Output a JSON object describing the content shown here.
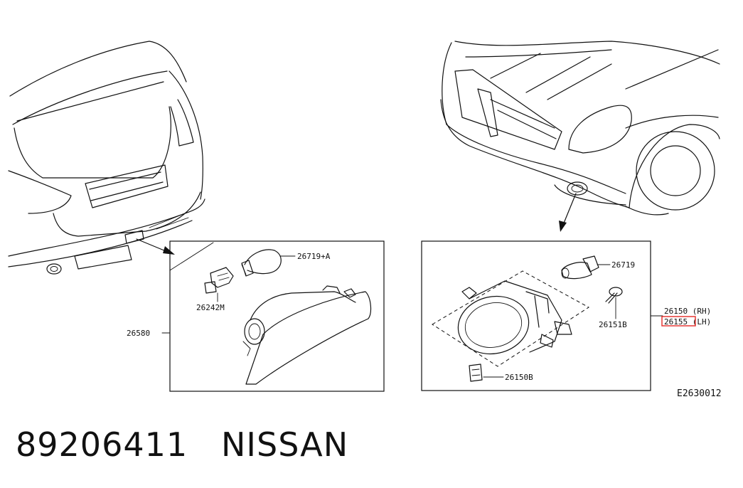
{
  "diagram_code": "E2630012",
  "caption": {
    "part_number": "89206411",
    "brand": "NISSAN"
  },
  "rear_detail": {
    "parts": {
      "bulb": "26719+A",
      "socket": "26242M",
      "lamp_assembly": "26580"
    }
  },
  "front_detail": {
    "parts": {
      "bulb": "26719",
      "screw": "26151B",
      "fog_lamp_rh": "26150 (RH)",
      "fog_lamp_lh": "26155 (LH)",
      "bracket": "26150B"
    },
    "highlighted_part": "26155",
    "highlight_color": "#e53935"
  }
}
